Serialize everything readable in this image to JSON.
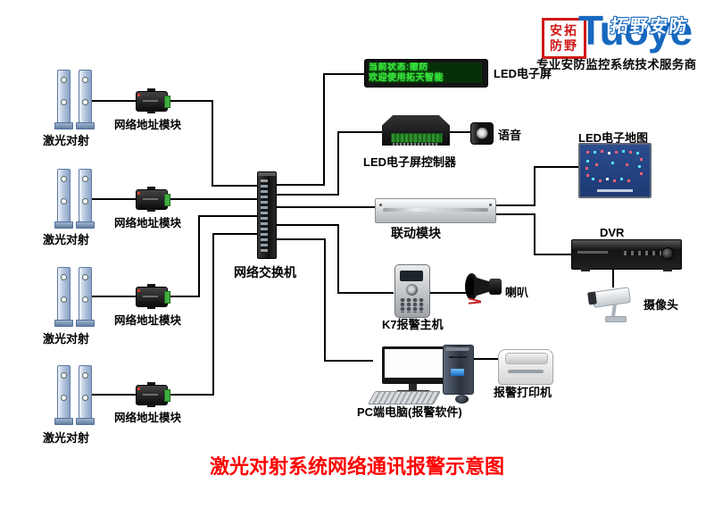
{
  "brand": {
    "seal_top": "安拓",
    "seal_bottom": "防野",
    "logo_text": "Tuoye",
    "logo_cn": "拓野安防",
    "tagline": "专业安防监控系统技术服务商"
  },
  "title": "激光对射系统网络通讯报警示意图",
  "led_screen": {
    "line1": "当前状态:撤防",
    "line2": "欢迎使用拓天智能"
  },
  "labels": {
    "laser": "激光对射",
    "net_module": "网络地址模块",
    "switch": "网络交换机",
    "led_screen": "LED电子屏",
    "led_controller": "LED电子屏控制器",
    "voice": "语音",
    "linkage": "联动模块",
    "led_map": "LED电子地图",
    "dvr": "DVR",
    "camera": "摄像头",
    "k7": "K7报警主机",
    "horn": "喇叭",
    "pc": "PC端电脑(报警软件)",
    "printer": "报警打印机"
  },
  "colors": {
    "accent_red": "#e60000",
    "brand_blue": "#1668bf",
    "led_green": "#35e43a",
    "map_blue": "#1e3f7a"
  }
}
